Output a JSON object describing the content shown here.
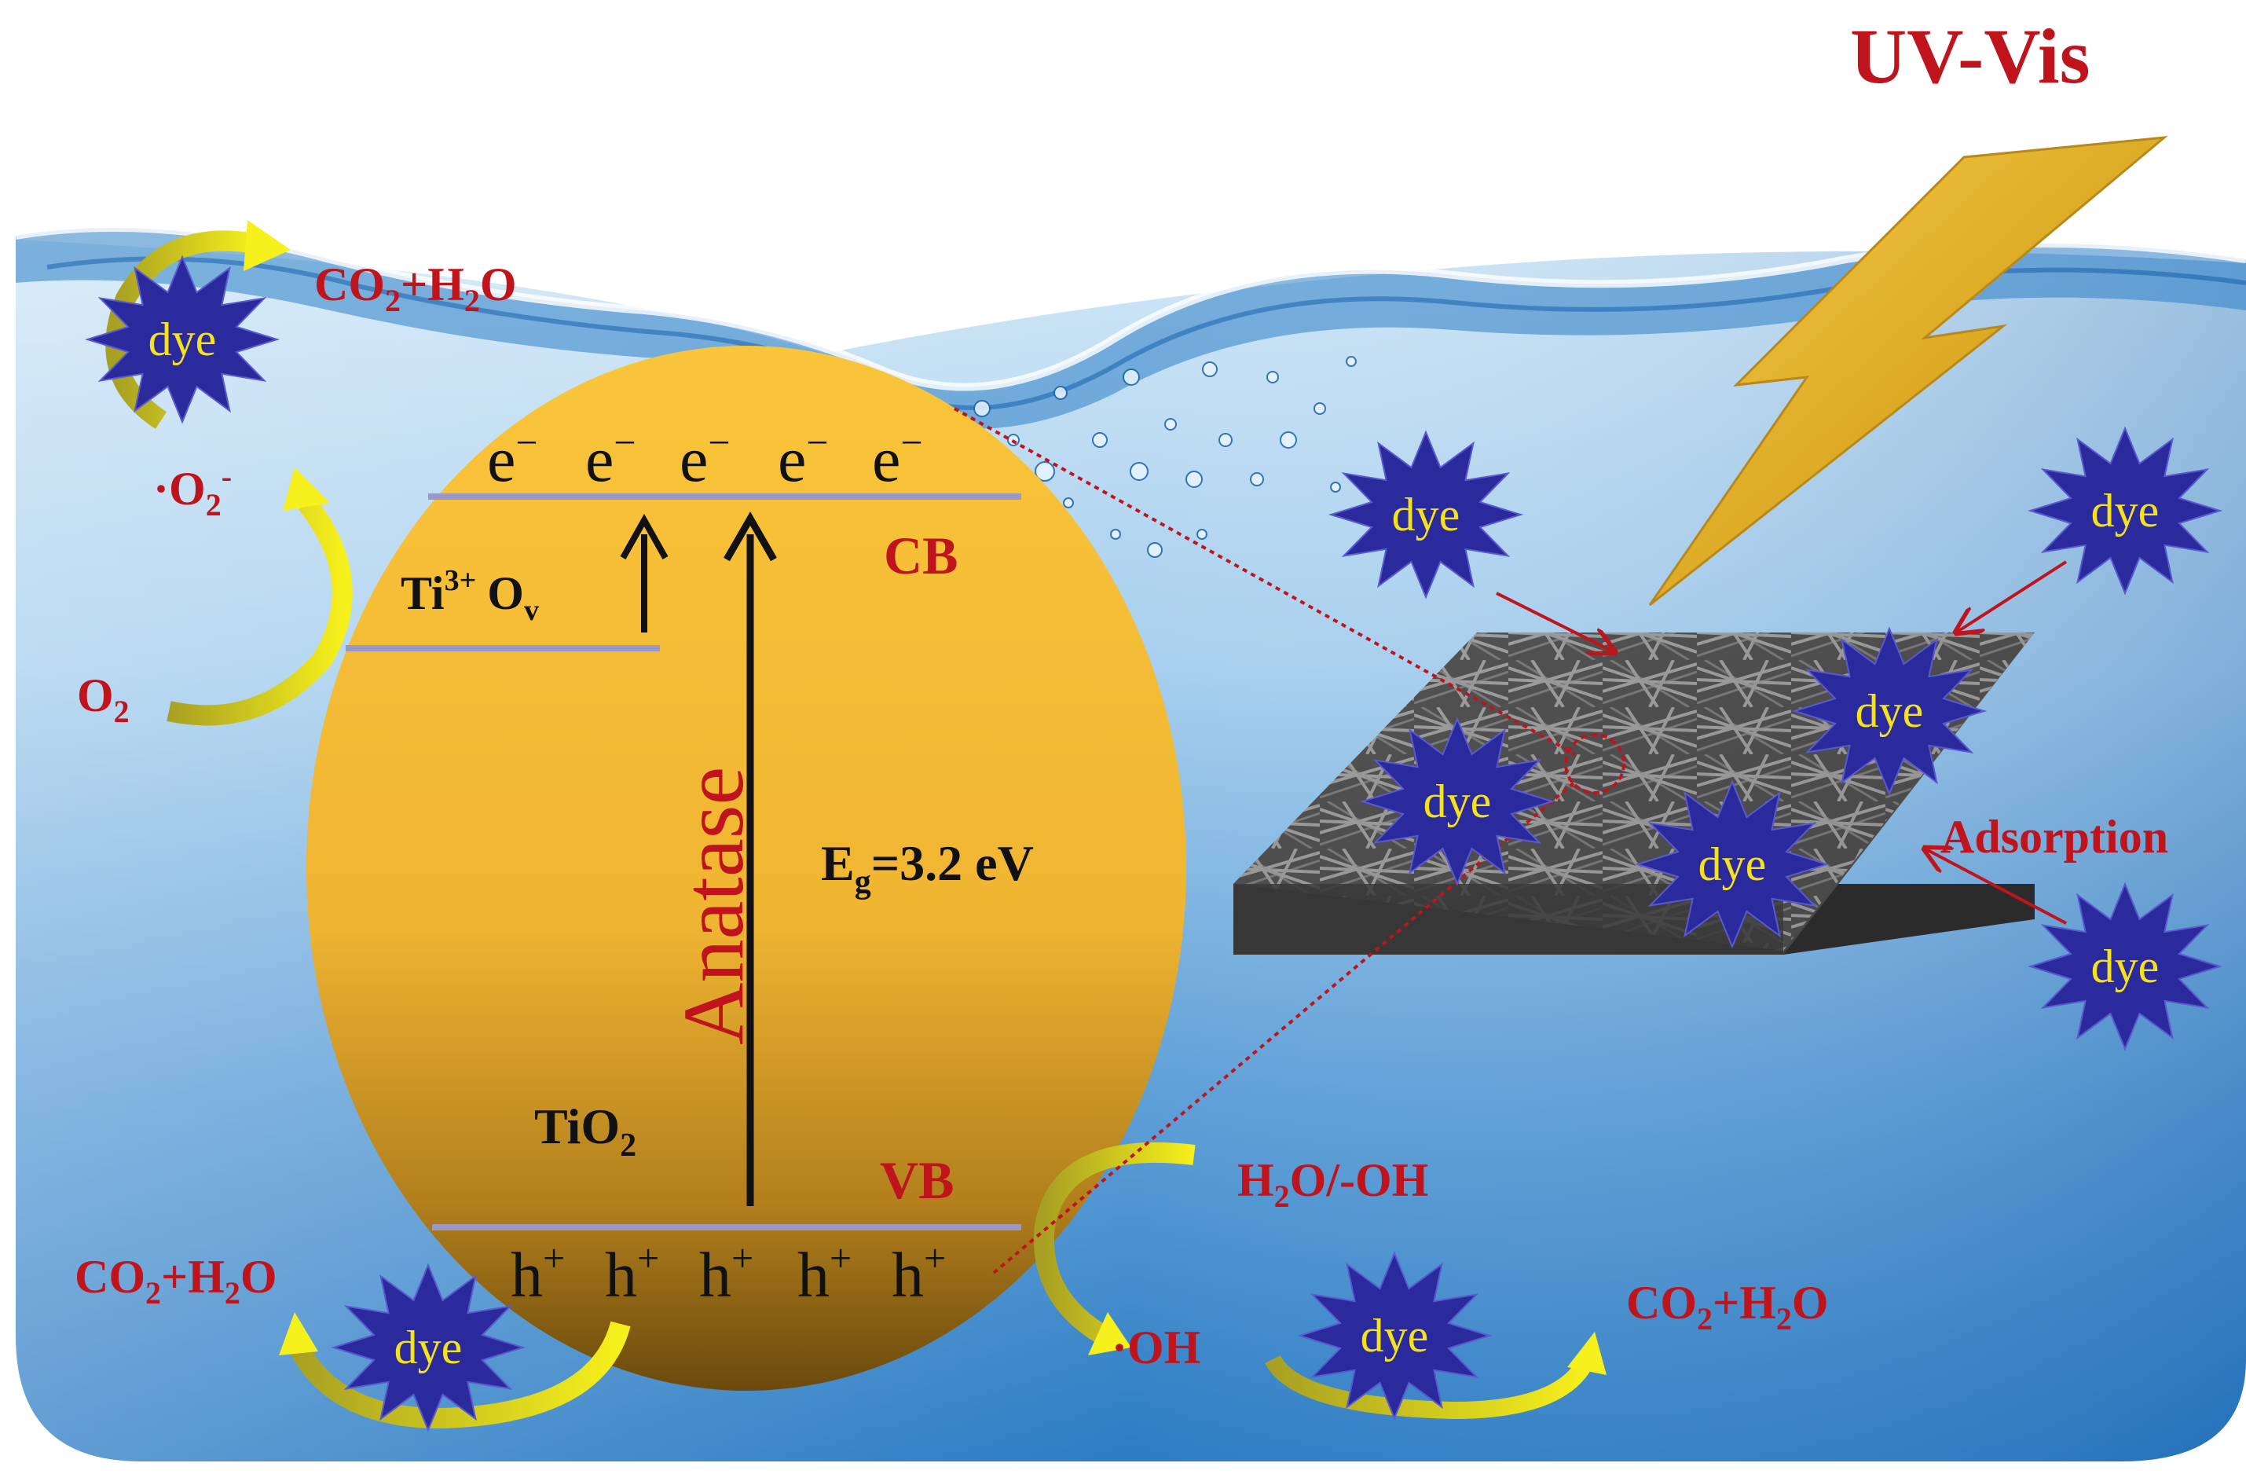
{
  "title": "UV-Vis",
  "band": {
    "cb_label": "CB",
    "vb_label": "VB",
    "electron": "e",
    "electron_sup": "−",
    "hole": "h",
    "hole_sup": "+",
    "defect_ti": "Ti",
    "defect_ti_sup": "3+",
    "defect_o": "O",
    "defect_o_sub": "v",
    "phase": "Anatase",
    "eg_prefix": "E",
    "eg_sub": "g",
    "eg_value": "=3.2 eV",
    "material": "TiO",
    "material_sub": "2"
  },
  "species": {
    "o2": "O",
    "o2_sub": "2",
    "superoxide_prefix": "·O",
    "superoxide_sub": "2",
    "superoxide_sup": "-",
    "hydroxyl": "·OH",
    "water_oh_h": "H",
    "water_oh_sub": "2",
    "water_oh_rest": "O/-OH",
    "co2_c": "CO",
    "co2_sub": "2",
    "co2_plus": "+H",
    "h2o_sub": "2",
    "h2o_o": "O"
  },
  "dye_label": "dye",
  "adsorption_label": "Adsorption",
  "colors": {
    "label_red": "#c0141c",
    "dye_star": "#2a2a9c",
    "dye_text": "#f5e21a",
    "ellipse": "#f2b531",
    "band_line": "#9a98c8",
    "lightning": "#e8b52a",
    "water_top": "#c9e2f4",
    "water_bottom": "#2d7fc6"
  }
}
